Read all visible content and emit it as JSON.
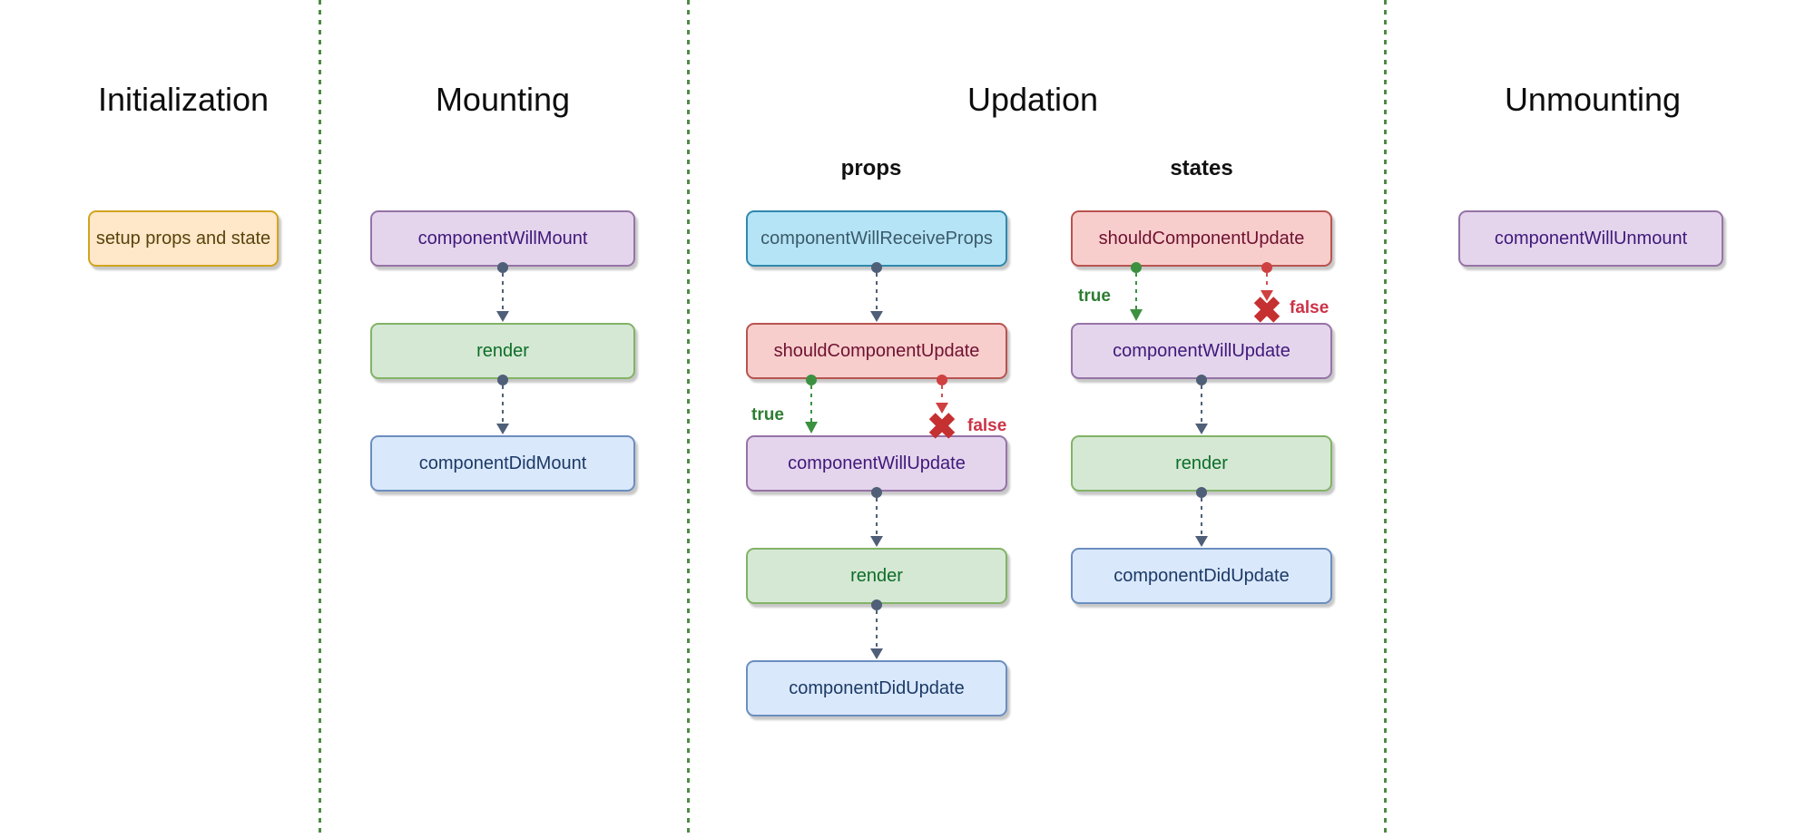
{
  "diagram": {
    "phases": {
      "initialization": {
        "title": "Initialization",
        "node": "setup props and state"
      },
      "mounting": {
        "title": "Mounting",
        "nodes": [
          "componentWillMount",
          "render",
          "componentDidMount"
        ]
      },
      "updation": {
        "title": "Updation",
        "subcolumns": [
          {
            "header": "props",
            "nodes": [
              "componentWillReceiveProps",
              "shouldComponentUpdate",
              "componentWillUpdate",
              "render",
              "componentDidUpdate"
            ]
          },
          {
            "header": "states",
            "nodes": [
              "shouldComponentUpdate",
              "componentWillUpdate",
              "render",
              "componentDidUpdate"
            ]
          }
        ],
        "branch_labels": {
          "true": "true",
          "false": "false"
        }
      },
      "unmounting": {
        "title": "Unmounting",
        "node": "componentWillUnmount"
      }
    },
    "icons": {
      "false_x": "✖"
    },
    "colors": {
      "node_orange_fill": "#ffe7c9",
      "node_orange_border": "#d2a41f",
      "node_purple_fill": "#e4d5ec",
      "node_purple_border": "#9673a6",
      "node_green_fill": "#d5e8d4",
      "node_green_border": "#82b366",
      "node_blue_fill": "#dae8fc",
      "node_blue_border": "#6c8ebf",
      "node_red_fill": "#f8cecc",
      "node_red_border": "#b85450",
      "node_cyan_fill": "#b5e4f6",
      "node_cyan_border": "#2f88ad",
      "connector": "#4f5f78",
      "true_branch": "#3c9140",
      "false_branch": "#c53030",
      "divider": "#4e8b44"
    }
  }
}
